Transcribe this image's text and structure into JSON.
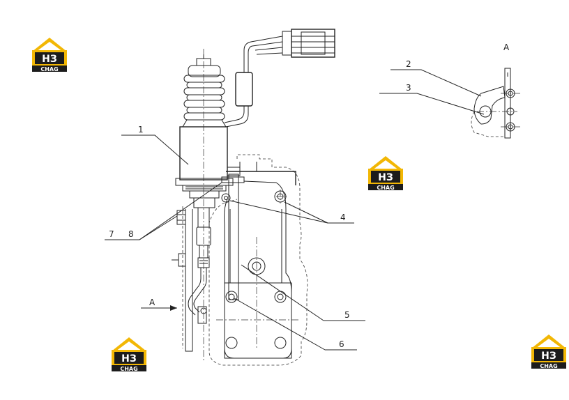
{
  "callouts": {
    "c1": "1",
    "c2": "2",
    "c3": "3",
    "c4": "4",
    "c5": "5",
    "c6": "6",
    "c7": "7",
    "c8": "8"
  },
  "view_label": "A",
  "detail_view_title": "A",
  "logo": {
    "mark": "НЗ",
    "text": "CHAG",
    "colors": {
      "roof": "#f2b705",
      "block": "#1c1c1c",
      "letters": "#ffffff"
    }
  },
  "colors": {
    "line": "#222222",
    "background": "#ffffff"
  }
}
